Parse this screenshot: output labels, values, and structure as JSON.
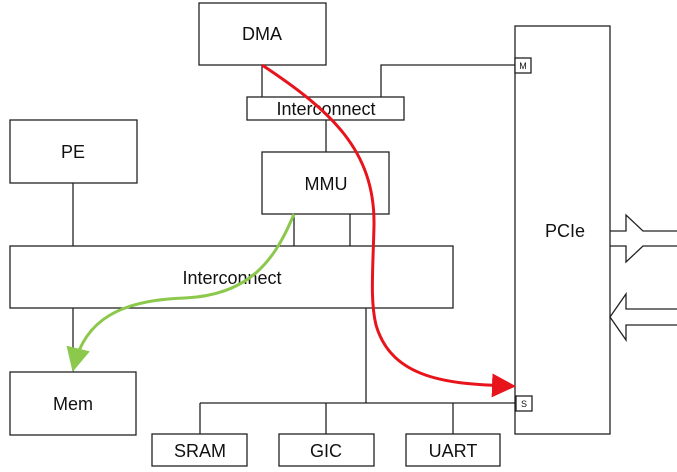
{
  "blocks": {
    "dma": "DMA",
    "interconnect_top": "Interconnect",
    "mmu": "MMU",
    "pe": "PE",
    "interconnect_main": "Interconnect",
    "mem": "Mem",
    "pcie": "PCIe",
    "sram": "SRAM",
    "gic": "GIC",
    "uart": "UART"
  },
  "ports": {
    "master": "M",
    "slave": "S"
  },
  "colors": {
    "dma_path": "#e8141c",
    "mmu_path": "#8cc84b",
    "line": "#222222"
  }
}
